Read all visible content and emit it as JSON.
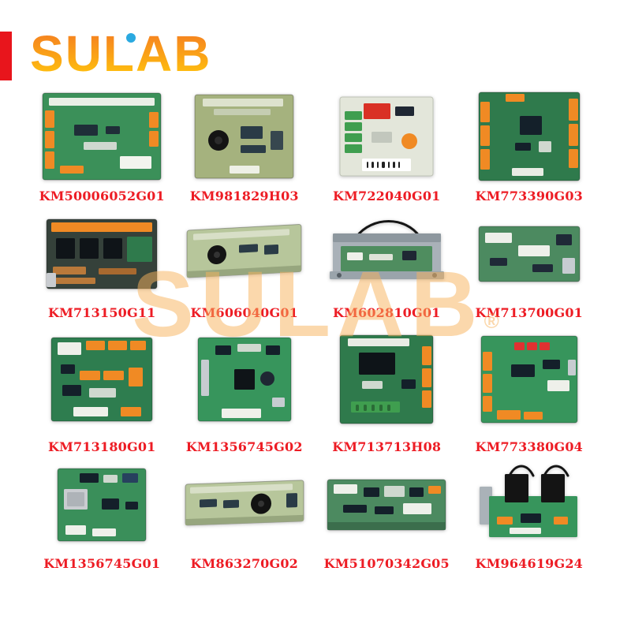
{
  "page": {
    "background": "#ffffff"
  },
  "brand": {
    "name": "SULAB",
    "accent_bar_color": "#e8151c",
    "logo_gradient_top": "#f58220",
    "logo_gradient_bottom": "#ffc20e",
    "dot_color": "#2aa9e0"
  },
  "watermark": {
    "text": "SULAB",
    "registered_mark": "®",
    "color": "#f8b35c"
  },
  "labels": {
    "color": "#ed1c24"
  },
  "products": [
    {
      "label": "KM50006052G01",
      "photo": "green control PCB with orange terminal connectors on both edges"
    },
    {
      "label": "KM981829H03",
      "photo": "olive-green drive board with top pin connectors and round buzzer"
    },
    {
      "label": "KM722040G01",
      "photo": "white relay board with red relay, green terminal blocks and barcode label"
    },
    {
      "label": "KM773390G03",
      "photo": "green mainboard with orange plug connectors on left and right edges"
    },
    {
      "label": "KM713150G11",
      "photo": "dark power board with orange header, black relays and copper bus bars"
    },
    {
      "label": "KM606040G01",
      "photo": "slim light-green door controller board with round buzzer"
    },
    {
      "label": "KM602810G01",
      "photo": "green board mounted on grey metal bracket with wire loop on top"
    },
    {
      "label": "KM713700G01",
      "photo": "green interface board with white connectors"
    },
    {
      "label": "KM713180G01",
      "photo": "green board with rows of orange plug connectors"
    },
    {
      "label": "KM1356745G02",
      "photo": "green CPU board with black module and bottom white connector"
    },
    {
      "label": "KM713713H08",
      "photo": "green board with black component and orange connectors on right edge"
    },
    {
      "label": "KM773380G04",
      "photo": "green display board with red segment digits and orange connectors"
    },
    {
      "label": "KM1356745G01",
      "photo": "green board with silver SD card slot and white connectors"
    },
    {
      "label": "KM863270G02",
      "photo": "slim light-green indicator board with round buzzer"
    },
    {
      "label": "KM51070342G05",
      "photo": "wide green controller board with chips and connectors"
    },
    {
      "label": "KM964619G24",
      "photo": "green board with two black transformers and wire loops on bracket"
    }
  ]
}
